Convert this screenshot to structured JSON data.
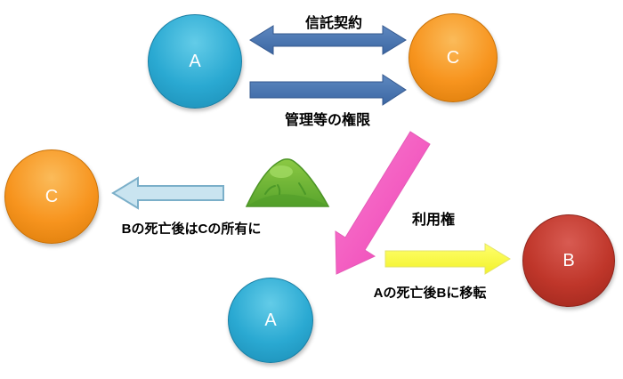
{
  "nodes": {
    "a_top": {
      "label": "A"
    },
    "c_top": {
      "label": "C"
    },
    "c_left": {
      "label": "C"
    },
    "a_bottom": {
      "label": "A"
    },
    "b_right": {
      "label": "B"
    }
  },
  "labels": {
    "trust_contract": "信託契約",
    "management_authority": "管理等の権限",
    "ownership_after_b_death": "Bの死亡後はCの所有に",
    "usage_right": "利用権",
    "transfer_after_a_death": "Aの死亡後Bに移転"
  },
  "colors": {
    "node_a_cyan": "#2aa9d2",
    "node_c_orange": "#f7941e",
    "node_b_red": "#bf362a",
    "arrow_blue": "#4a77b4",
    "arrow_light_blue": "#c9e4f0",
    "arrow_pink": "#f25ec0",
    "arrow_yellow": "#fafa50",
    "mountain_green": "#6ab82e",
    "text": "#000000",
    "background": "#ffffff"
  }
}
